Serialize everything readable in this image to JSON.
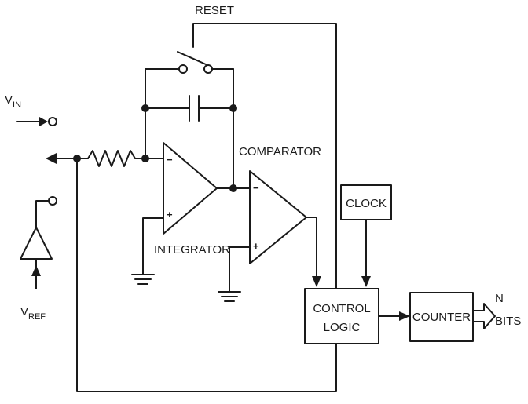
{
  "labels": {
    "vin_main": "V",
    "vin_sub": "IN",
    "vref_main": "V",
    "vref_sub": "REF",
    "reset": "RESET",
    "comparator": "COMPARATOR",
    "integrator": "INTEGRATOR",
    "clock": "CLOCK",
    "control_line1": "CONTROL",
    "control_line2": "LOGIC",
    "counter": "COUNTER",
    "n": "N",
    "bits": "BITS",
    "minus": "−",
    "plus": "+"
  }
}
